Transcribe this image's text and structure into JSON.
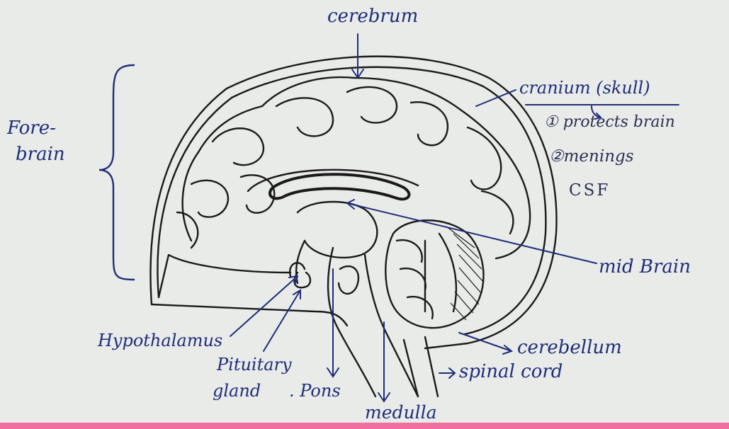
{
  "labels": {
    "cerebrum": "cerebrum",
    "cranium": "cranium (skull)",
    "protects": "① protects brain",
    "meninges": "②menings",
    "csf": "CSF",
    "forebrain_1": "Fore-",
    "forebrain_2": "brain",
    "midbrain": "mid Brain",
    "hypothalamus": "Hypothalamus",
    "pituitary_1": "Pituitary",
    "pituitary_2": "gland",
    "pons": ". Pons",
    "cerebellum": "cerebellum",
    "spinal_cord": "spinal cord",
    "medulla": "medulla"
  },
  "colors": {
    "ink": "#1f2d7a",
    "pencil": "#1a1a1a",
    "paper": "#e9ebe8",
    "margin_strip": "#f06fa0"
  }
}
